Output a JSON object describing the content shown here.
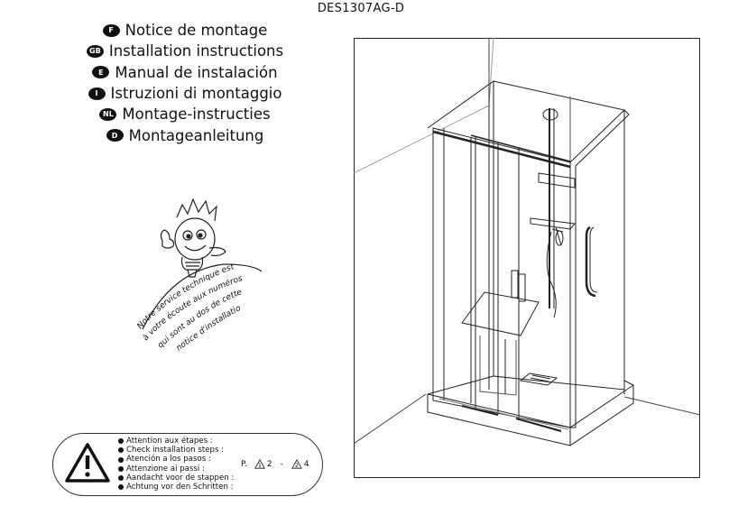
{
  "doc_code": "DES1307AG-D",
  "languages": [
    {
      "badge": "F",
      "title": "Notice de montage"
    },
    {
      "badge": "GB",
      "title": "Installation instructions"
    },
    {
      "badge": "E",
      "title": "Manual de instalación"
    },
    {
      "badge": "I",
      "title": "Istruzioni di montaggio"
    },
    {
      "badge": "NL",
      "title": "Montage-instructies"
    },
    {
      "badge": "D",
      "title": "Montageanleitung"
    }
  ],
  "mascot_text": [
    "Notre service technique est",
    "à votre écoute aux numéros",
    "qui sont au dos de cette",
    "notice d'installation"
  ],
  "warning": {
    "steps": [
      "Attention aux étapes :",
      "Check installation steps :",
      "Atención a los pasos :",
      "Attenzione ai passi :",
      "Aandacht voor de stappen :",
      "Achtung vor den Schritten :"
    ],
    "page_prefix": "P.",
    "step_a_num": "1",
    "step_a_page": "2",
    "separator": "-",
    "step_b_num": "2",
    "step_b_page": "4"
  }
}
